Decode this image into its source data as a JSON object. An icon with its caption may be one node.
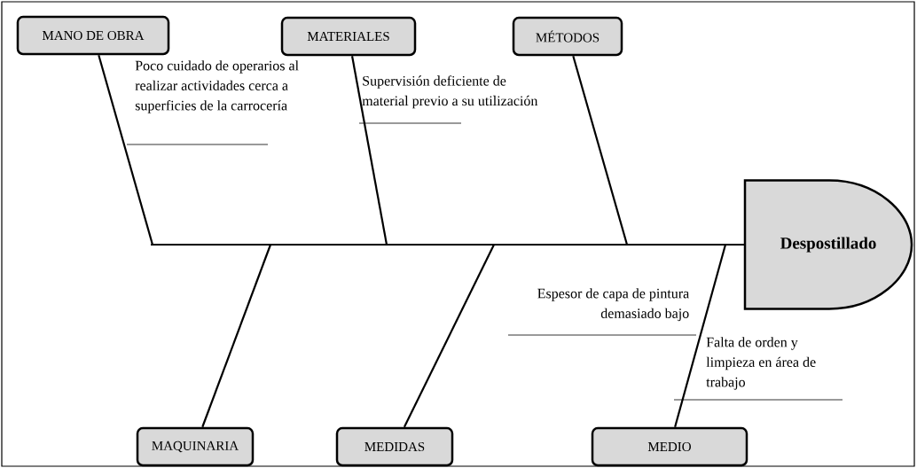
{
  "diagram": {
    "nodes": [
      {
        "text": [
          "MANO DE OBRA"
        ]
      },
      {
        "text": [
          "MATERIALES"
        ]
      },
      {
        "text": [
          "MÉTODOS"
        ]
      },
      {
        "text": [
          "Despostillado"
        ]
      },
      {
        "text": [
          "MAQUINARIA"
        ]
      },
      {
        "text": [
          "MEDIDAS"
        ]
      },
      {
        "text": [
          "MEDIO"
        ]
      }
    ],
    "edges": [
      {
        "from": null,
        "to": 3,
        "arrow": "none"
      },
      {
        "from": 0,
        "to": null,
        "arrow": "none"
      },
      {
        "from": 1,
        "to": null,
        "arrow": "none"
      },
      {
        "from": 2,
        "to": null,
        "arrow": "none"
      },
      {
        "from": 4,
        "to": null,
        "arrow": "none"
      },
      {
        "from": 5,
        "to": null,
        "arrow": "none"
      },
      {
        "from": 6,
        "to": null,
        "arrow": "none"
      }
    ],
    "labels": [
      "Poco cuidado de operarios al realizar actividades cerca a superficies de la carrocería",
      "Supervisión deficiente de material previo a su utilización",
      "Espesor de capa de pintura demasiado bajo",
      "Falta de orden y limpieza en área de trabajo"
    ]
  }
}
